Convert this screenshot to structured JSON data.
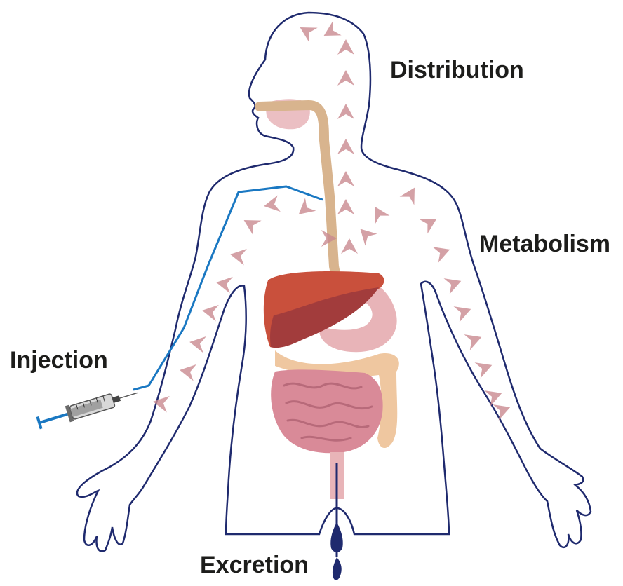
{
  "labels": {
    "distribution": "Distribution",
    "metabolism": "Metabolism",
    "injection": "Injection",
    "excretion": "Excretion"
  },
  "colors": {
    "body_outline": "#1f2a6e",
    "arrow": "#c98a90",
    "esophagus": "#d8b48e",
    "liver": "#c9503c",
    "liver_dark": "#a23c3c",
    "stomach": "#e8b4b8",
    "large_intestine": "#efc7a0",
    "small_intestine": "#d98a98",
    "injection_line": "#1a78c2",
    "excretion_arrow": "#1f2a6e"
  },
  "icons": {
    "syringe": "syringe-icon",
    "excretion_drop": "drop-arrow-icon"
  }
}
